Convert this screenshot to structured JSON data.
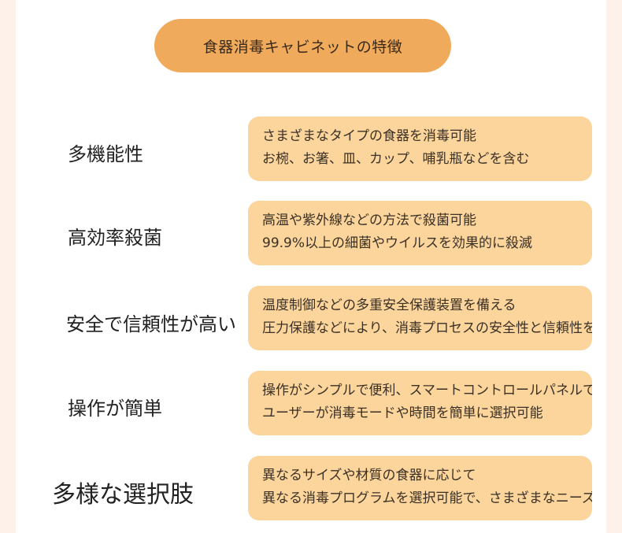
{
  "title": "食器消毒キャビネットの特徴",
  "features": [
    {
      "label": "多機能性",
      "lines": [
        "さまざまなタイプの食器を消毒可能",
        "お椀、お箸、皿、カップ、哺乳瓶などを含む"
      ]
    },
    {
      "label": "高効率殺菌",
      "lines": [
        "高温や紫外線などの方法で殺菌可能",
        "99.9%以上の細菌やウイルスを効果的に殺滅"
      ]
    },
    {
      "label": "安全で信頼性が高い",
      "lines": [
        "温度制御などの多重安全保護装置を備える",
        "圧力保護などにより、消毒プロセスの安全性と信頼性を"
      ]
    },
    {
      "label": "操作が簡単",
      "lines": [
        "操作がシンプルで便利、スマートコントロールパネルで",
        "ユーザーが消毒モードや時間を簡単に選択可能"
      ]
    },
    {
      "label": "多様な選択肢",
      "lines": [
        "異なるサイズや材質の食器に応じて",
        "異なる消毒プログラムを選択可能で、さまざまなニーズに"
      ]
    }
  ]
}
